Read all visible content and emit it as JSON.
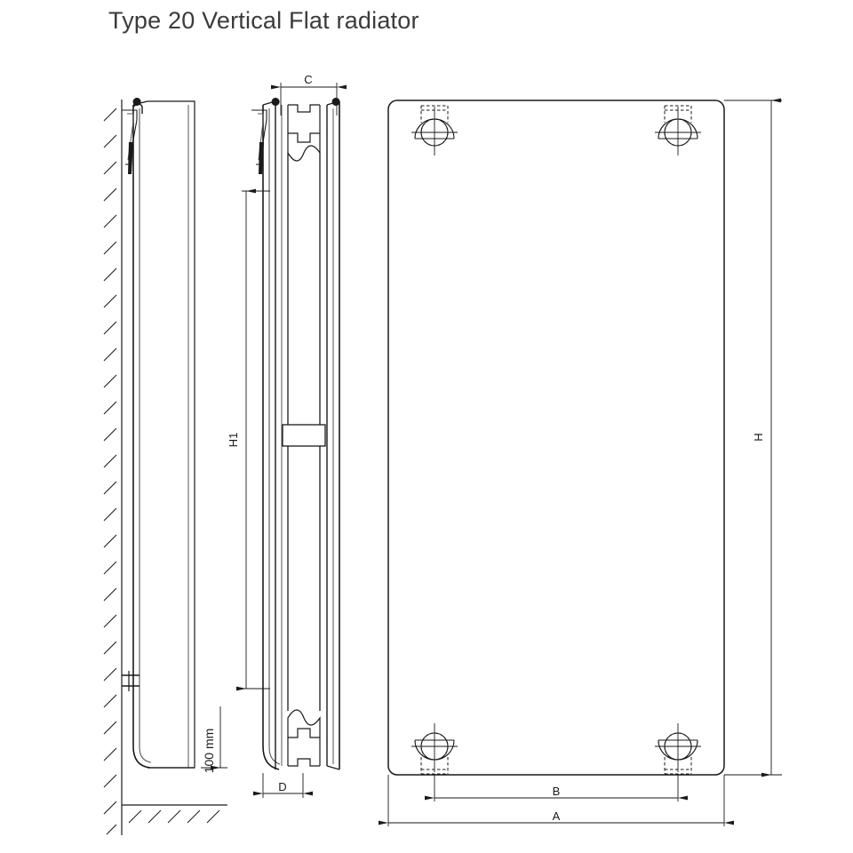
{
  "document": {
    "title": "Type 20 Vertical Flat radiator",
    "type": "technical-drawing",
    "views": [
      "side-section-left",
      "side-section-middle",
      "front-elevation-right"
    ]
  },
  "colors": {
    "line": "#1a1a1a",
    "line_light": "#555555",
    "title_text": "#3b3b3b",
    "background": "#ffffff"
  },
  "dimensions": {
    "height_overall": {
      "label": "H",
      "view": "front-elevation",
      "orientation": "vertical",
      "position": "right"
    },
    "height_panel": {
      "label": "H1",
      "view": "side-section-middle",
      "orientation": "vertical",
      "position": "left"
    },
    "width_overall": {
      "label": "A",
      "view": "front-elevation",
      "orientation": "horizontal",
      "position": "bottom"
    },
    "bracket_centres": {
      "label": "B",
      "view": "front-elevation",
      "orientation": "horizontal",
      "position": "bottom"
    },
    "depth_top": {
      "label": "C",
      "view": "side-section-middle",
      "orientation": "horizontal",
      "position": "top"
    },
    "depth_bottom": {
      "label": "D",
      "view": "side-section-middle",
      "orientation": "horizontal",
      "position": "bottom"
    },
    "floor_clearance": {
      "label": "100 mm",
      "view": "side-section-left",
      "orientation": "vertical",
      "position": "right-of-radiator"
    }
  }
}
